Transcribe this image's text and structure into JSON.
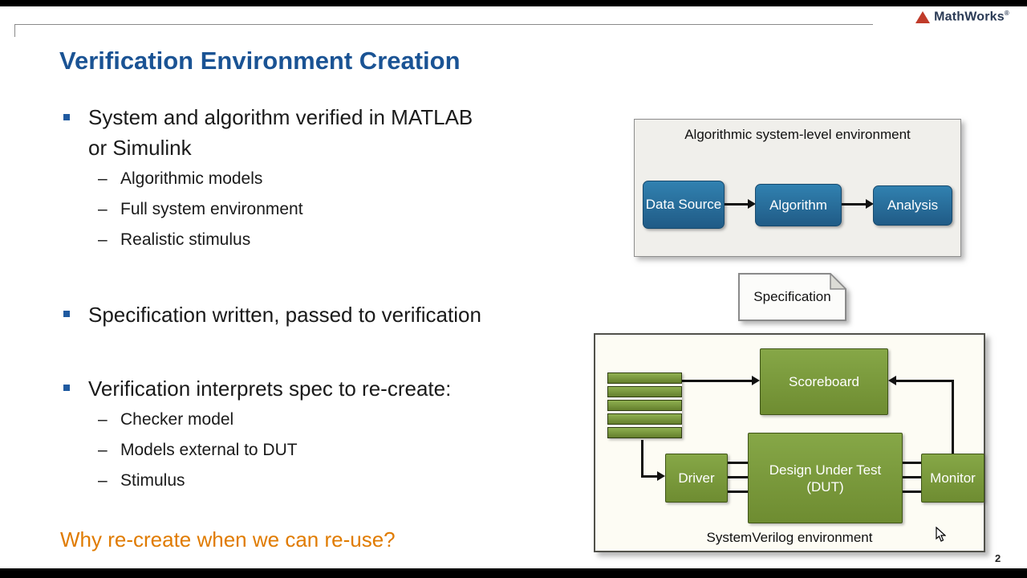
{
  "ui": {
    "dash": "–"
  },
  "colors": {
    "title_blue": "#1a5394",
    "bullet_blue": "#1f5aa0",
    "accent_orange": "#e07b00",
    "block_blue": "#256a95",
    "block_green": "#7b9d3d",
    "logo_red": "#c03b2a"
  },
  "logo": {
    "name": "MathWorks",
    "reg": "®"
  },
  "slide": {
    "title": "Verification Environment Creation",
    "question": "Why re-create when we can re-use?",
    "page_number": "2"
  },
  "bullets": [
    {
      "lines": [
        "System and algorithm verified in MATLAB",
        "or Simulink"
      ],
      "subitems": [
        "Algorithmic models",
        "Full system environment",
        "Realistic stimulus"
      ]
    },
    {
      "lines": [
        "Specification written, passed to verification"
      ],
      "subitems": []
    },
    {
      "lines": [
        "Verification interprets spec to re-create:"
      ],
      "subitems": [
        "Checker model",
        "Models external to DUT",
        "Stimulus"
      ]
    }
  ],
  "algo_env": {
    "title": "Algorithmic system-level environment",
    "blocks": {
      "data_source": "Data Source",
      "algorithm": "Algorithm",
      "analysis": "Analysis"
    }
  },
  "spec": {
    "label": "Specification"
  },
  "sv_env": {
    "label": "SystemVerilog environment",
    "blocks": {
      "scoreboard": "Scoreboard",
      "driver": "Driver",
      "dut": "Design Under Test (DUT)",
      "monitor": "Monitor"
    }
  }
}
